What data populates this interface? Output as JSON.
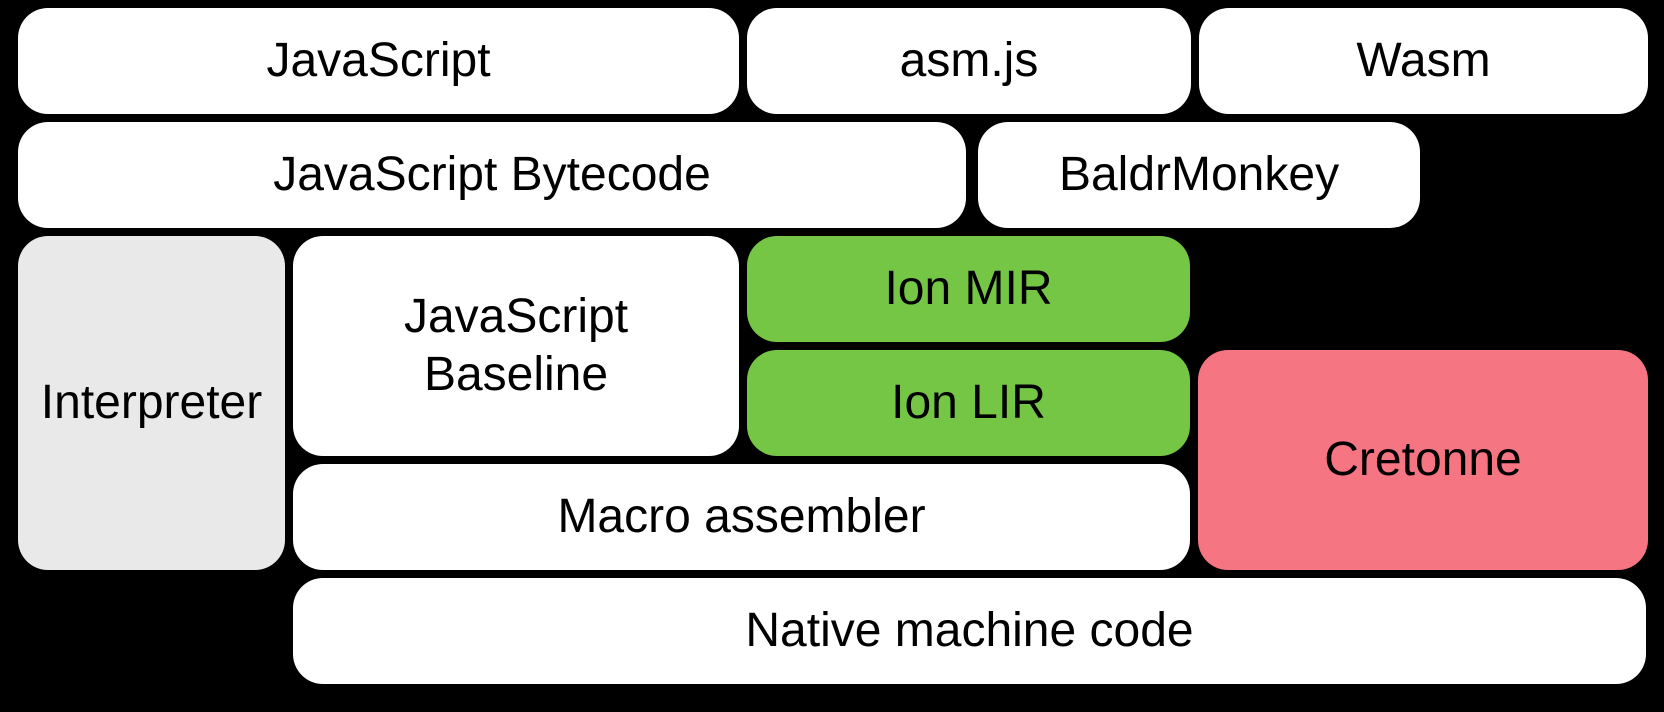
{
  "diagram": {
    "title": "SpiderMonkey compiler pipeline diagram",
    "background_color": "#000000",
    "colors": {
      "box_white": "#ffffff",
      "box_gray": "#e9e9e9",
      "box_green": "#76c646",
      "box_pink": "#f57582",
      "text": "#000000"
    },
    "boxes": [
      {
        "id": "javascript",
        "label": "JavaScript",
        "color": "#ffffff"
      },
      {
        "id": "asmjs",
        "label": "asm.js",
        "color": "#ffffff"
      },
      {
        "id": "wasm",
        "label": "Wasm",
        "color": "#ffffff"
      },
      {
        "id": "javascript-bytecode",
        "label": "JavaScript Bytecode",
        "color": "#ffffff"
      },
      {
        "id": "baldrmonkey",
        "label": "BaldrMonkey",
        "color": "#ffffff"
      },
      {
        "id": "interpreter",
        "label": "Interpreter",
        "color": "#e9e9e9"
      },
      {
        "id": "javascript-baseline",
        "label": "JavaScript Baseline",
        "color": "#ffffff"
      },
      {
        "id": "ion-mir",
        "label": "Ion MIR",
        "color": "#76c646"
      },
      {
        "id": "ion-lir",
        "label": "Ion LIR",
        "color": "#76c646"
      },
      {
        "id": "cretonne",
        "label": "Cretonne",
        "color": "#f57582"
      },
      {
        "id": "macro-assembler",
        "label": "Macro assembler",
        "color": "#ffffff"
      },
      {
        "id": "native-machine-code",
        "label": "Native machine code",
        "color": "#ffffff"
      }
    ]
  }
}
